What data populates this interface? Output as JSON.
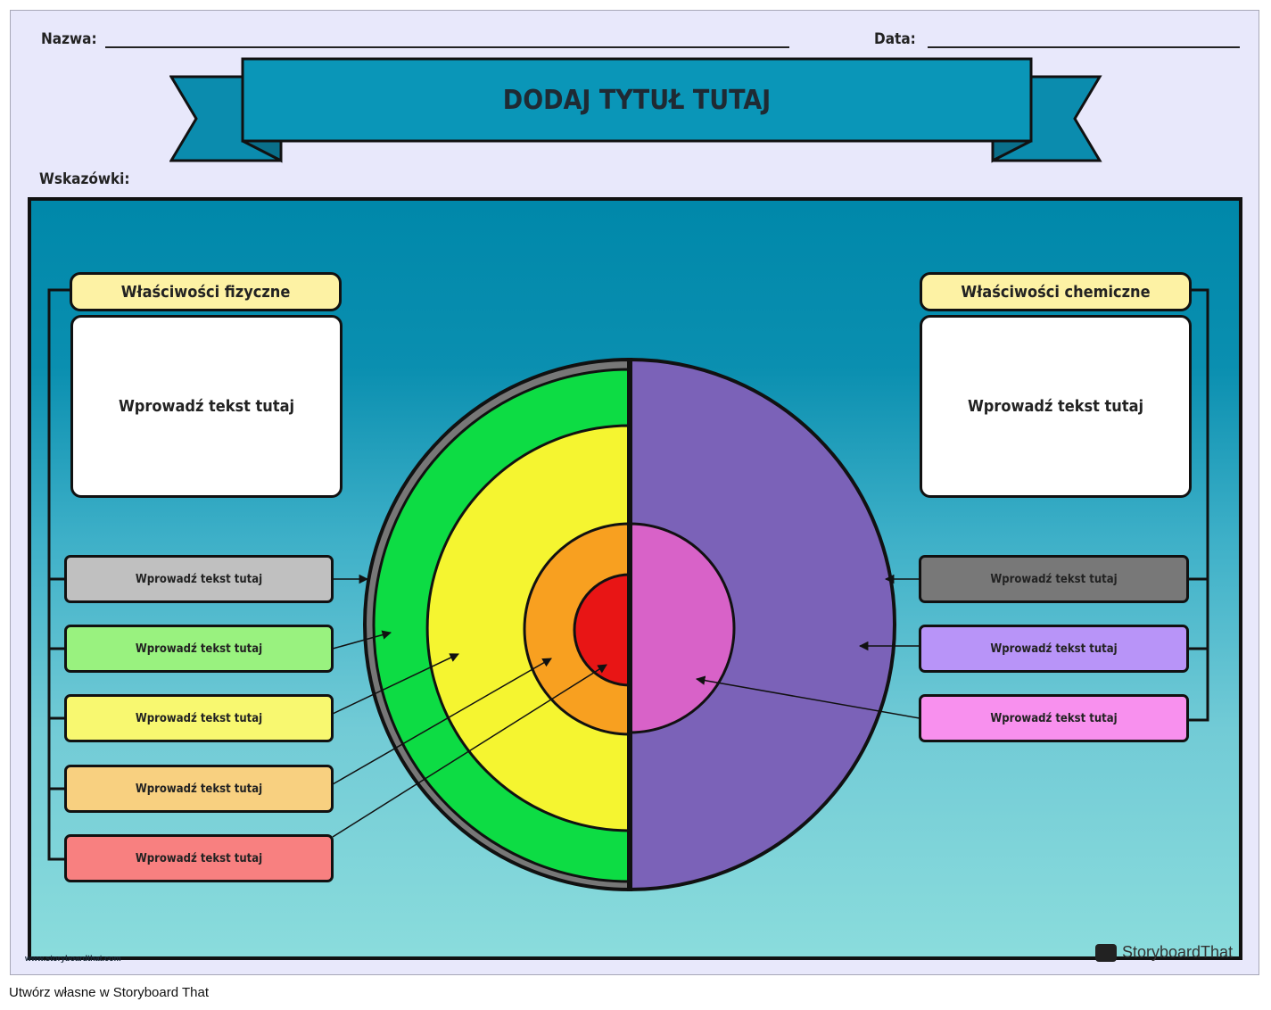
{
  "header": {
    "name_label": "Nazwa:",
    "date_label": "Data:",
    "title": "DODAJ TYTUŁ TUTAJ",
    "directions_label": "Wskazówki:"
  },
  "left": {
    "heading": "Właściwości fizyczne",
    "box_text": "Wprowadź tekst tutaj",
    "labels": [
      {
        "text": "Wprowadź tekst tutaj",
        "color": "#c0c0c0"
      },
      {
        "text": "Wprowadź tekst tutaj",
        "color": "#99f27f"
      },
      {
        "text": "Wprowadź tekst tutaj",
        "color": "#f8f870"
      },
      {
        "text": "Wprowadź tekst tutaj",
        "color": "#f8d080"
      },
      {
        "text": "Wprowadź tekst tutaj",
        "color": "#f88080"
      }
    ]
  },
  "right": {
    "heading": "Właściwości chemiczne",
    "box_text": "Wprowadź tekst tutaj",
    "labels": [
      {
        "text": "Wprowadź tekst tutaj",
        "color": "#787878"
      },
      {
        "text": "Wprowadź tekst tutaj",
        "color": "#b894f8"
      },
      {
        "text": "Wprowadź tekst tutaj",
        "color": "#f890ee"
      }
    ]
  },
  "colors": {
    "crust": "#777777",
    "mantle": "#0ddc44",
    "outer_core": "#f5f530",
    "inner_core_outer": "#f8a020",
    "inner_core": "#e81515",
    "right_outer": "#7b62b8",
    "right_inner": "#d862c8"
  },
  "watermark": {
    "url": "www.storyboardthat.com",
    "brand": "StoryboardThat"
  },
  "footer": "Utwórz własne w Storyboard That"
}
